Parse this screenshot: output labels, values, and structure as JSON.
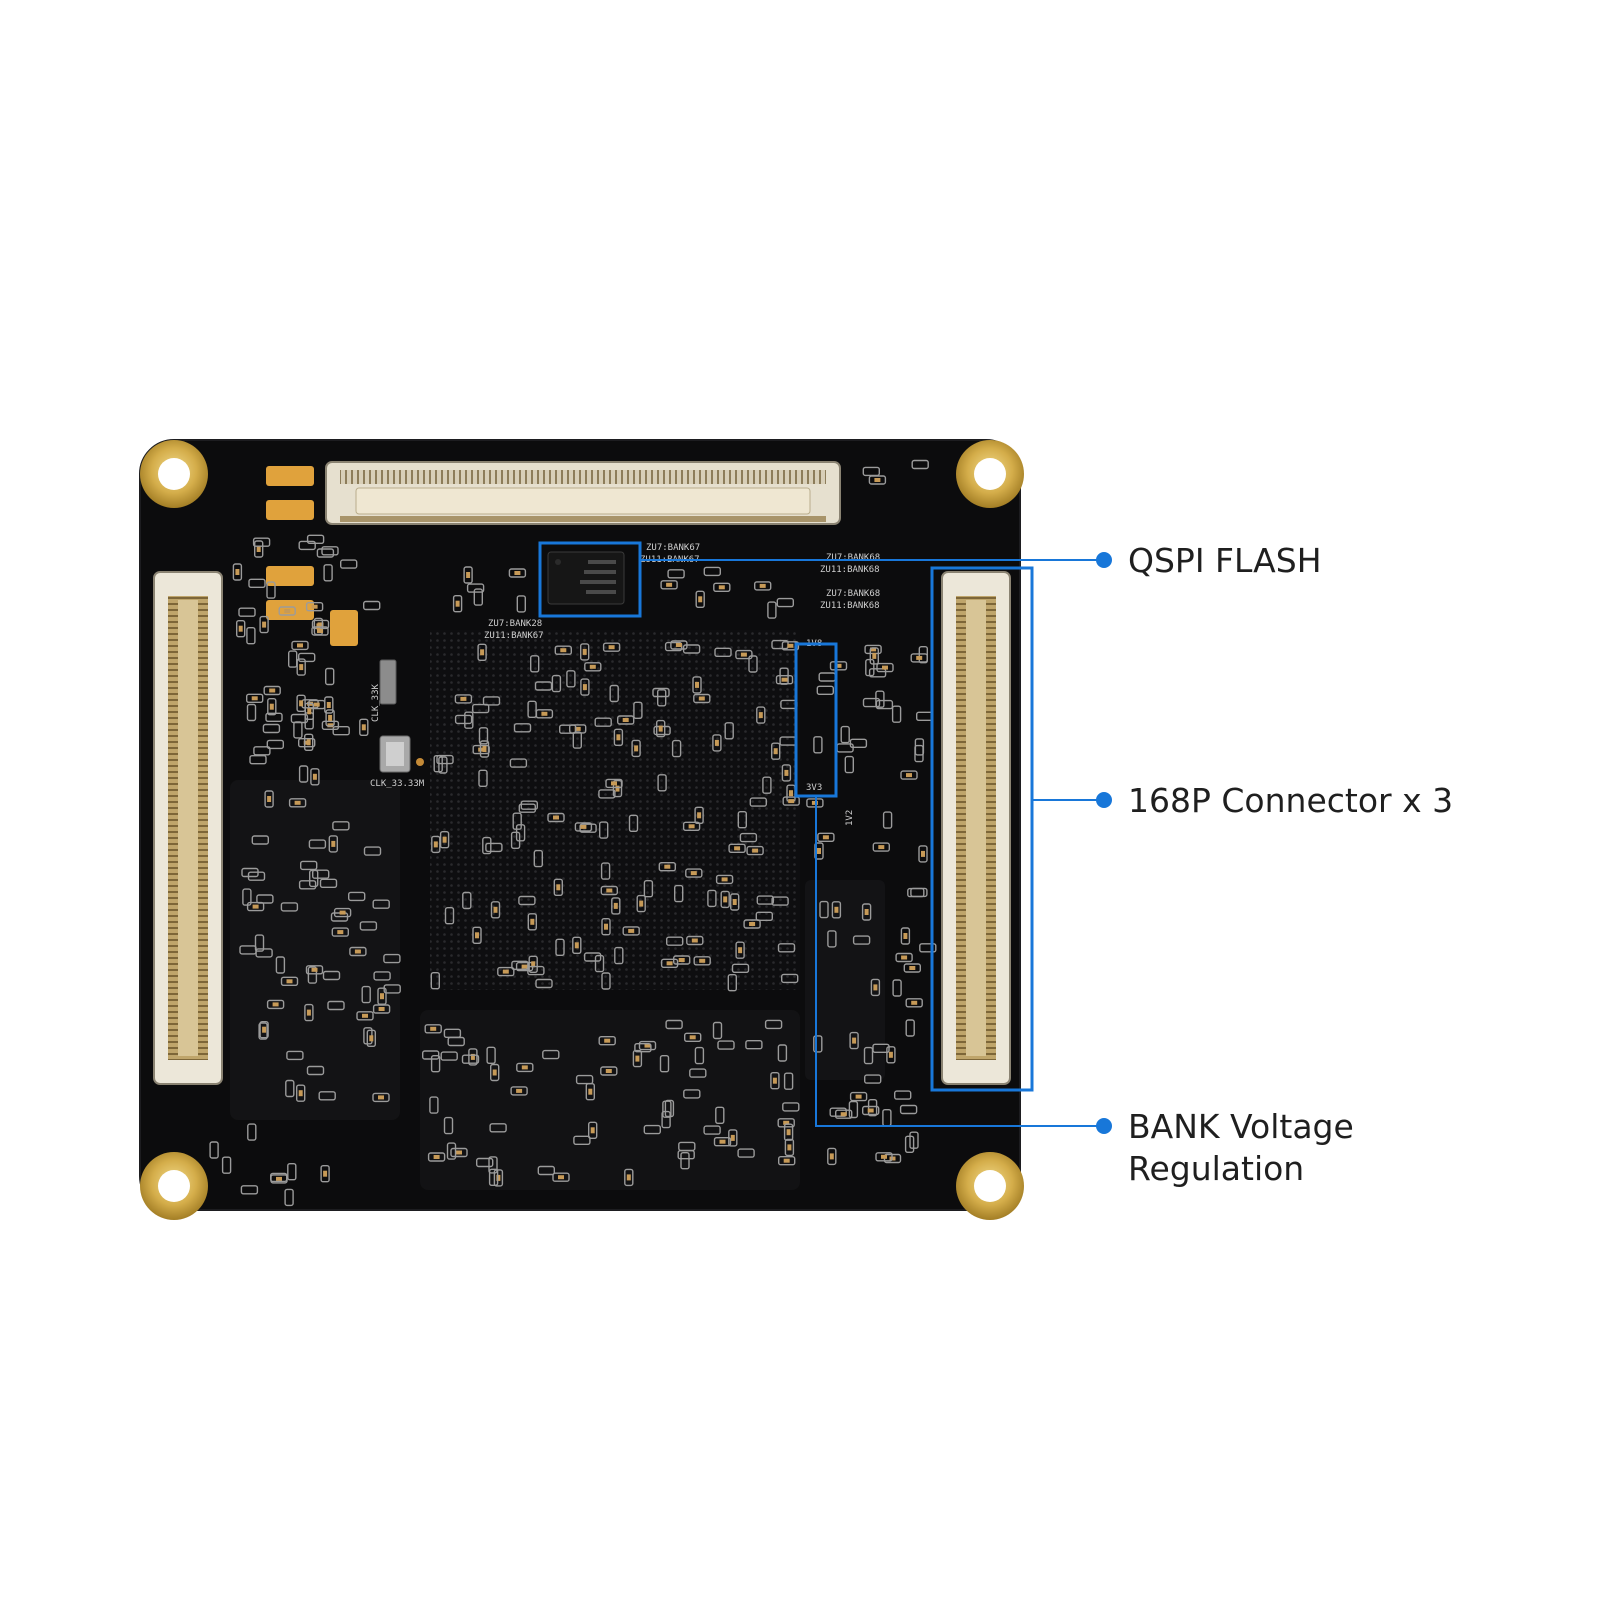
{
  "colors": {
    "board": "#0c0c0d",
    "board_edge": "#1a1a1c",
    "trace": "#161618",
    "gold": "#c9a23f",
    "gold_light": "#e9cc72",
    "connector_body": "#e9e4d6",
    "connector_pins": "#b79a62",
    "component_grey": "#9b9b9b",
    "component_cap": "#c79a57",
    "tantalum": "#e0a23c",
    "chip": "#161616",
    "highlight_blue": "#1877d9",
    "silkscreen": "#cfcfcf",
    "label_text": "#1f1f1f"
  },
  "silkscreen": {
    "bank_label_1a": "ZU7:BANK67",
    "bank_label_1b": "ZU11:BANK67",
    "bank_label_2a": "ZU7:BANK68",
    "bank_label_2b": "ZU11:BANK68",
    "bank_label_3a": "ZU7:BANK68",
    "bank_label_3b": "ZU11:BANK68",
    "bank_label_4a": "ZU7:BANK28",
    "bank_label_4b": "ZU11:BANK67",
    "clk_label_1": "CLK_33K",
    "clk_label_2": "CLK_33.33M",
    "voltage_1": "1V8",
    "voltage_2": "3V3",
    "voltage_3": "1V2"
  },
  "callouts": [
    {
      "id": "qspi-flash",
      "lines": [
        "QSPI FLASH"
      ]
    },
    {
      "id": "connector",
      "lines": [
        "168P Connector x 3"
      ]
    },
    {
      "id": "bank-voltage",
      "lines": [
        "BANK Voltage",
        "Regulation"
      ]
    }
  ]
}
